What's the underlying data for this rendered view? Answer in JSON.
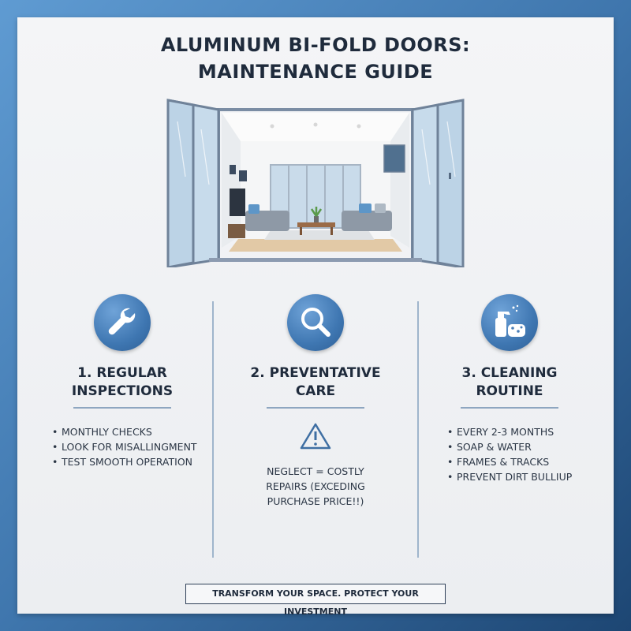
{
  "title": {
    "line1": "ALUMINUM BI-FOLD DOORS:",
    "line2": "MAINTENANCE GUIDE"
  },
  "illustration": {
    "icon": "open-bifold-door-living-room-illustration"
  },
  "columns": [
    {
      "icon": "wrench-icon",
      "heading_line1": "1. REGULAR",
      "heading_line2": "INSPECTIONS",
      "bullets": [
        "MONTHLY CHECKS",
        "LOOK FOR MISALLINGMENT",
        "TEST SMOOTH OPERATION"
      ]
    },
    {
      "icon": "magnifier-icon",
      "heading_line1": "2. PREVENTATIVE",
      "heading_line2": "CARE",
      "warning_icon": "warning-triangle-icon",
      "warning_line1": "NEGLECT = COSTLY",
      "warning_line2": "REPAIRS (EXCEDING",
      "warning_line3": "PURCHASE PRICE!!)"
    },
    {
      "icon": "spray-bottle-sponge-icon",
      "heading_line1": "3. CLEANING",
      "heading_line2": "ROUTINE",
      "bullets": [
        "EVERY 2-3 MONTHS",
        "SOAP & WATER",
        "FRAMES & TRACKS",
        "PREVENT DIRT BULLIUP"
      ]
    }
  ],
  "footer": {
    "tagline": "TRANSFORM YOUR SPACE. PROTECT YOUR INVESTMENT"
  },
  "colors": {
    "background_outer": "#3f76ad",
    "card": "#f1f2f4",
    "accent_blue": "#3f77b2",
    "text_dark": "#1f2b3c"
  }
}
